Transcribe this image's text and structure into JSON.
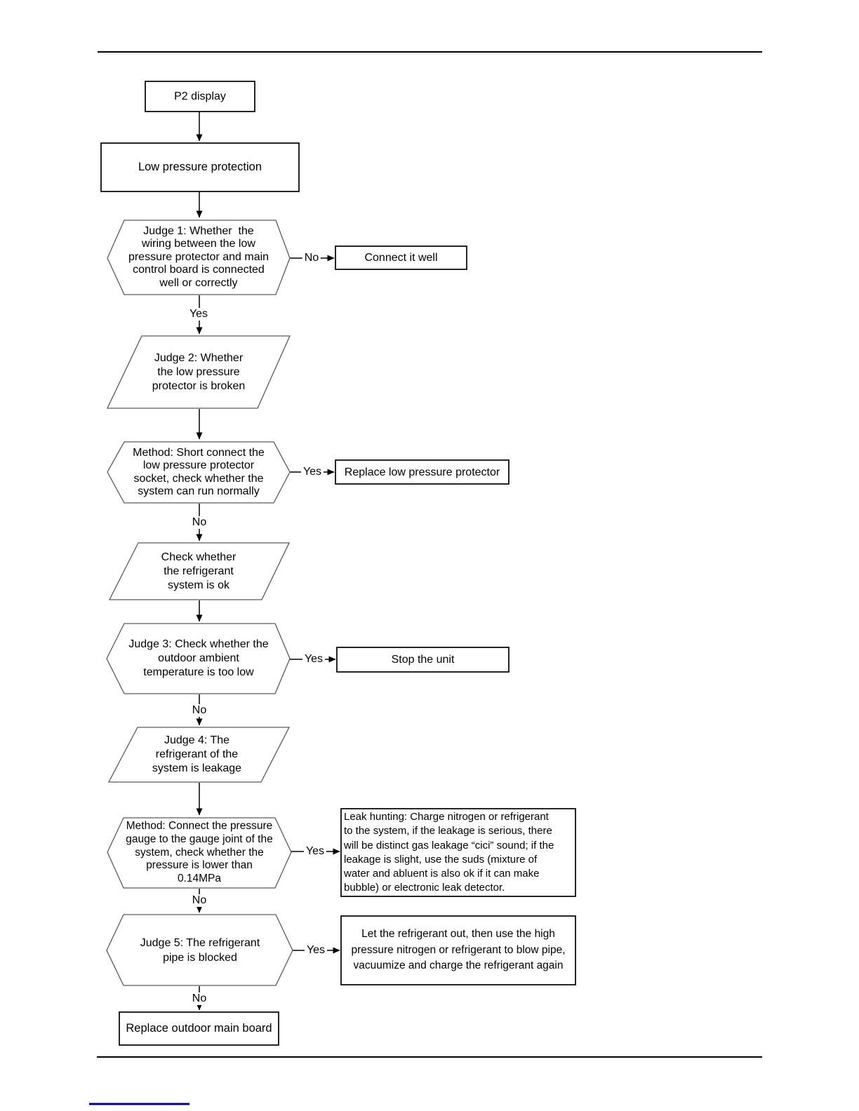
{
  "page": {
    "background": "#ffffff",
    "rule_color": "#000000",
    "link_line_color": "#00008b"
  },
  "nodes": {
    "p2_display": {
      "shape": "rectangle",
      "text": "P2 display"
    },
    "low_pressure_protection": {
      "shape": "rectangle",
      "text": "Low pressure protection"
    },
    "judge1": {
      "shape": "hexagon",
      "text": "Judge 1: Whether  the\nwiring between the low\npressure protector and main\ncontrol board is connected\nwell or correctly"
    },
    "connect_it_well": {
      "shape": "rectangle",
      "text": "Connect it well"
    },
    "judge2": {
      "shape": "parallelogram",
      "text": "Judge 2: Whether\nthe low pressure\nprotector is broken"
    },
    "method_short_connect": {
      "shape": "hexagon",
      "text": "Method: Short connect the\nlow pressure protector\nsocket, check whether the\nsystem can run normally"
    },
    "replace_low_pressure_protector": {
      "shape": "rectangle",
      "text": "Replace low pressure protector"
    },
    "check_refrigerant_system": {
      "shape": "parallelogram",
      "text": "Check whether\nthe refrigerant\nsystem is ok"
    },
    "judge3": {
      "shape": "hexagon",
      "text": "Judge 3: Check whether the\noutdoor ambient\ntemperature is too low"
    },
    "stop_the_unit": {
      "shape": "rectangle",
      "text": "Stop the unit"
    },
    "judge4": {
      "shape": "parallelogram",
      "text": "Judge 4: The\nrefrigerant of the\nsystem is leakage"
    },
    "method_pressure_gauge": {
      "shape": "hexagon",
      "text": "Method: Connect the pressure\ngauge to the gauge joint of the\nsystem, check whether the\npressure is lower than\n0.14MPa"
    },
    "leak_hunting": {
      "shape": "rectangle",
      "text": "Leak hunting: Charge nitrogen or refrigerant\nto the system, if the leakage is serious, there\nwill be distinct gas leakage “cici” sound; if the\nleakage is slight, use the suds (mixture of\nwater and abluent is also ok if it can make\nbubble) or electronic leak detector."
    },
    "judge5": {
      "shape": "hexagon",
      "text": "Judge 5: The refrigerant\npipe is blocked"
    },
    "let_refrigerant_out": {
      "shape": "rectangle",
      "text": "Let the refrigerant out, then use the high\npressure nitrogen or refrigerant to blow pipe,\nvacuumize and charge the refrigerant again"
    },
    "replace_outdoor_main_board": {
      "shape": "rectangle",
      "text": "Replace outdoor main board"
    }
  },
  "edge_labels": {
    "judge1_no": "No",
    "judge1_yes": "Yes",
    "method_short_connect_yes": "Yes",
    "method_short_connect_no": "No",
    "judge3_yes": "Yes",
    "judge3_no": "No",
    "method_pressure_gauge_yes": "Yes",
    "method_pressure_gauge_no": "No",
    "judge5_yes": "Yes",
    "judge5_no": "No"
  }
}
